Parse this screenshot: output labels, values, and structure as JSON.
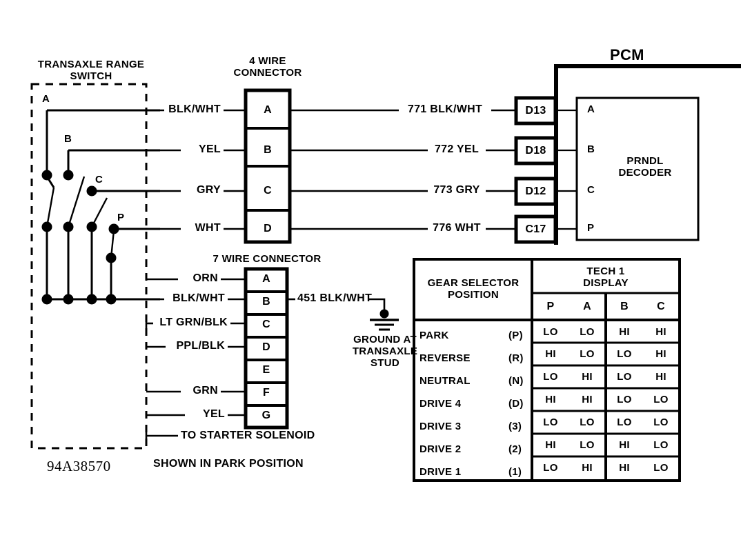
{
  "diagram": {
    "part_number": "94A38570",
    "note_shown_in_park": "SHOWN IN PARK POSITION"
  },
  "switch": {
    "title_line1": "TRANSAXLE RANGE",
    "title_line2": "SWITCH",
    "contact_labels": [
      "A",
      "B",
      "C",
      "P"
    ]
  },
  "connector4": {
    "title_line1": "4 WIRE",
    "title_line2": "CONNECTOR",
    "pins": [
      {
        "pin": "A",
        "wire_in": "BLK/WHT",
        "wire_out": "771 BLK/WHT"
      },
      {
        "pin": "B",
        "wire_in": "YEL",
        "wire_out": "772 YEL"
      },
      {
        "pin": "C",
        "wire_in": "GRY",
        "wire_out": "773 GRY"
      },
      {
        "pin": "D",
        "wire_in": "WHT",
        "wire_out": "776 WHT"
      }
    ]
  },
  "connector7": {
    "title": "7 WIRE CONNECTOR",
    "pins": [
      {
        "pin": "A",
        "wire_in": "ORN"
      },
      {
        "pin": "B",
        "wire_in": "BLK/WHT"
      },
      {
        "pin": "C",
        "wire_in": "LT GRN/BLK"
      },
      {
        "pin": "D",
        "wire_in": "PPL/BLK"
      },
      {
        "pin": "E",
        "wire_in": ""
      },
      {
        "pin": "F",
        "wire_in": "GRN"
      },
      {
        "pin": "G",
        "wire_in": "YEL"
      }
    ],
    "starter_solenoid": "TO STARTER SOLENOID",
    "ground_wire": "451 BLK/WHT"
  },
  "ground": {
    "line1": "GROUND AT",
    "line2": "TRANSAXLE",
    "line3": "STUD"
  },
  "pcm": {
    "title": "PCM",
    "pins": [
      "D13",
      "D18",
      "D12",
      "C17"
    ],
    "decoder_line1": "PRNDL",
    "decoder_line2": "DECODER",
    "decoder_inputs": [
      "A",
      "B",
      "C",
      "P"
    ]
  },
  "table": {
    "col_header_left_line1": "GEAR SELECTOR",
    "col_header_left_line2": "POSITION",
    "col_header_right_line1": "TECH 1",
    "col_header_right_line2": "DISPLAY",
    "sub_headers": [
      "P",
      "A",
      "B",
      "C"
    ],
    "rows": [
      {
        "name": "PARK",
        "code": "(P)",
        "values": [
          "LO",
          "LO",
          "HI",
          "HI"
        ]
      },
      {
        "name": "REVERSE",
        "code": "(R)",
        "values": [
          "HI",
          "LO",
          "LO",
          "HI"
        ]
      },
      {
        "name": "NEUTRAL",
        "code": "(N)",
        "values": [
          "LO",
          "HI",
          "LO",
          "HI"
        ]
      },
      {
        "name": "DRIVE 4",
        "code": "(D)",
        "values": [
          "HI",
          "HI",
          "LO",
          "LO"
        ]
      },
      {
        "name": "DRIVE 3",
        "code": "(3)",
        "values": [
          "LO",
          "LO",
          "LO",
          "LO"
        ]
      },
      {
        "name": "DRIVE 2",
        "code": "(2)",
        "values": [
          "HI",
          "LO",
          "HI",
          "LO"
        ]
      },
      {
        "name": "DRIVE 1",
        "code": "(1)",
        "values": [
          "LO",
          "HI",
          "HI",
          "LO"
        ]
      }
    ]
  },
  "colors": {
    "ink": "#000000",
    "paper": "#ffffff"
  }
}
